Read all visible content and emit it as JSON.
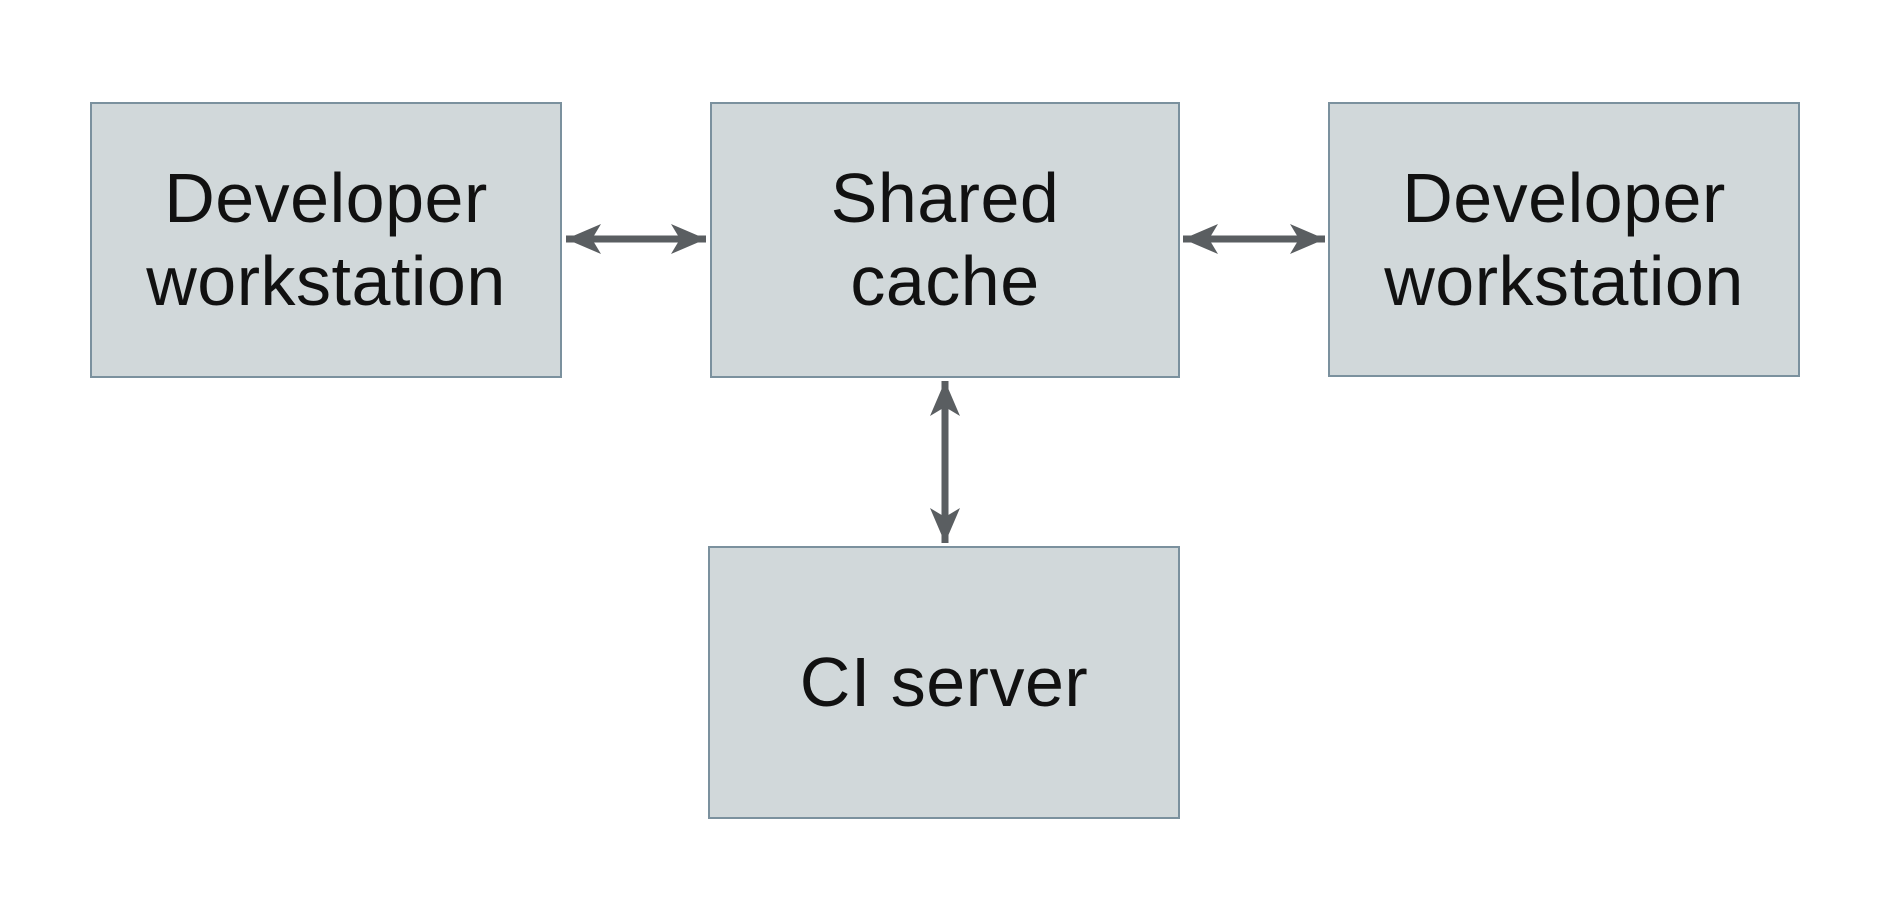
{
  "diagram": {
    "type": "architecture-diagram",
    "colors": {
      "background": "#ffffff",
      "node_fill": "#d1d8da",
      "node_border": "#7b919e",
      "arrow": "#5a5e61",
      "text": "#111111"
    },
    "nodes": [
      {
        "id": "developer-workstation-left",
        "label": "Developer\nworkstation"
      },
      {
        "id": "shared-cache",
        "label": "Shared\ncache"
      },
      {
        "id": "developer-workstation-right",
        "label": "Developer\nworkstation"
      },
      {
        "id": "ci-server",
        "label": "CI server"
      }
    ],
    "edges": [
      {
        "from": "developer-workstation-left",
        "to": "shared-cache",
        "direction": "bidirectional"
      },
      {
        "from": "shared-cache",
        "to": "developer-workstation-right",
        "direction": "bidirectional"
      },
      {
        "from": "shared-cache",
        "to": "ci-server",
        "direction": "bidirectional"
      }
    ]
  }
}
